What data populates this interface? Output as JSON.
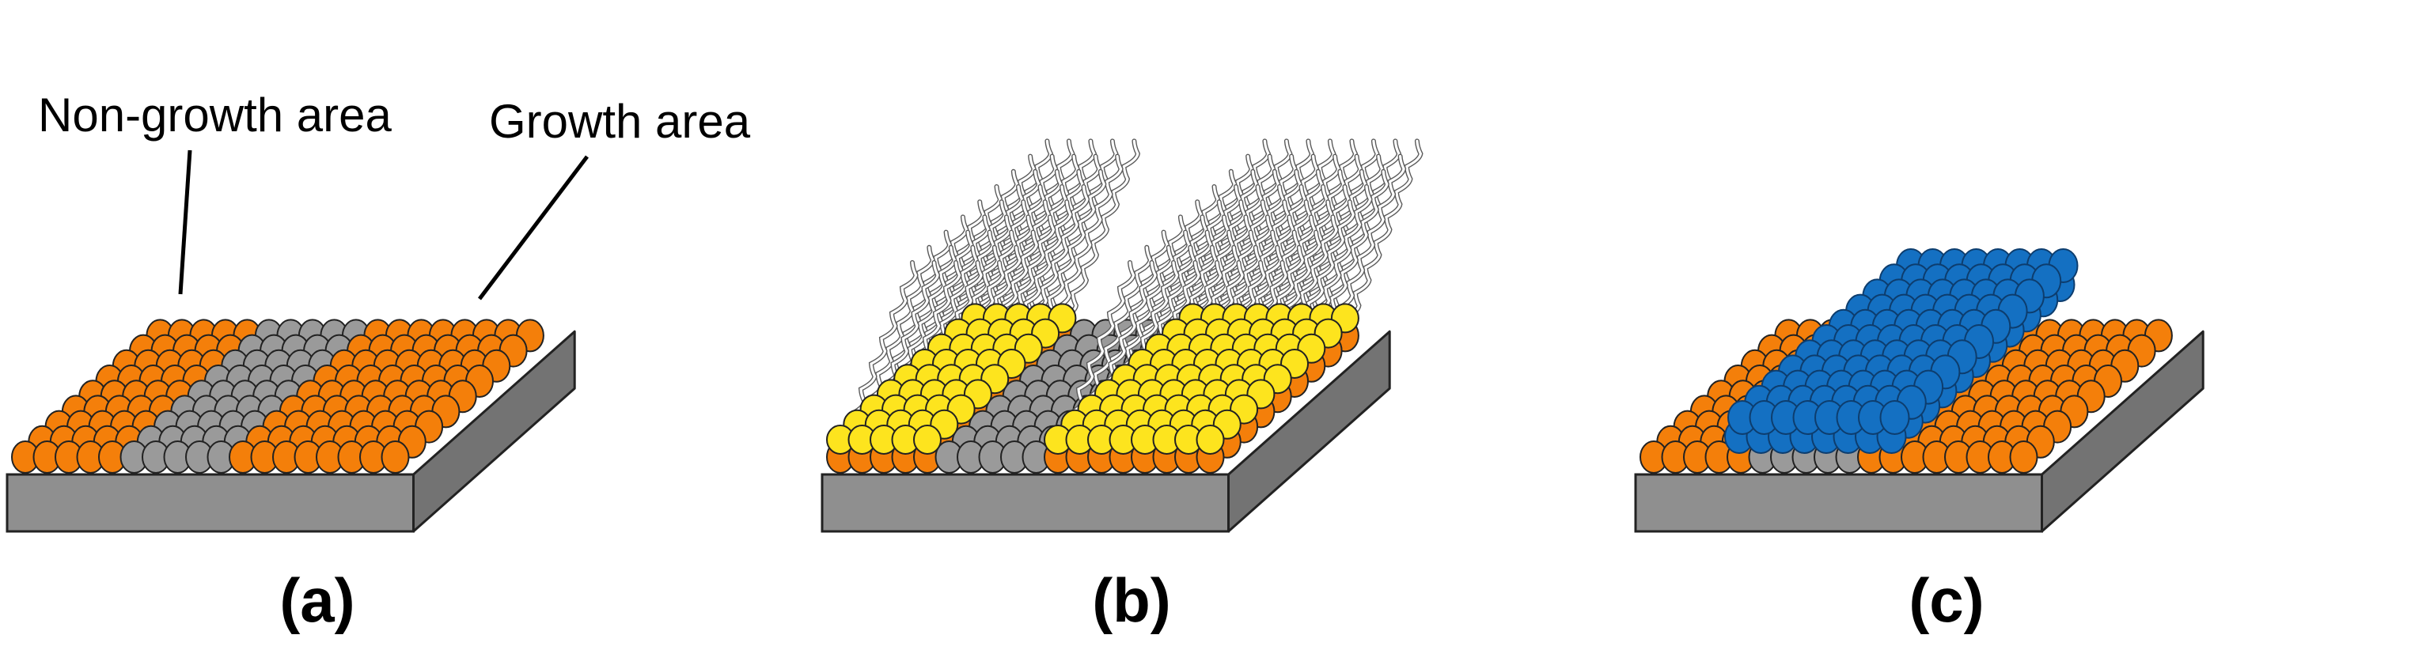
{
  "labels": {
    "non_growth": "Non-growth area",
    "growth": "Growth area"
  },
  "panels": [
    {
      "id": "a",
      "caption": "(a)",
      "state": "patterned substrate"
    },
    {
      "id": "b",
      "caption": "(b)",
      "state": "monolayer on non-growth area"
    },
    {
      "id": "c",
      "caption": "(c)",
      "state": "selective film growth"
    }
  ],
  "colors": {
    "non_growth": "#f47f0a",
    "growth": "#9a9a9a",
    "monolayer_head": "#fde41e",
    "deposited_film": "#1470c2",
    "substrate_front": "#8f8f8f",
    "substrate_side": "#737373",
    "outline": "#222222"
  }
}
